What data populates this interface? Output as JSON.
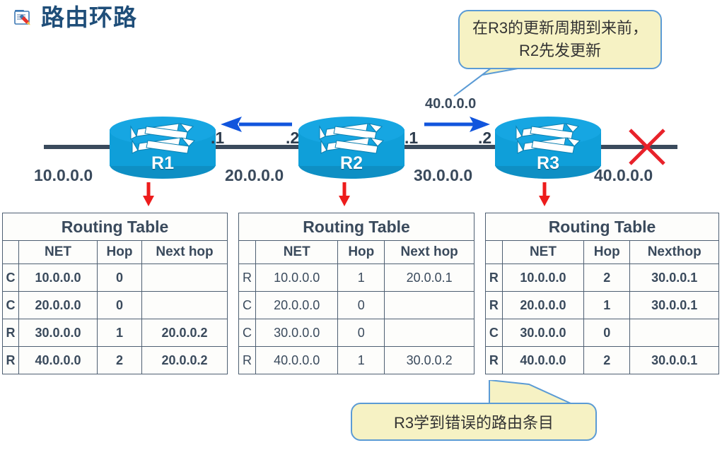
{
  "page_title": "路由环路",
  "title_icon": "document-edit-icon",
  "colors": {
    "title": "#1F4E79",
    "router_body": "#0F9FD9",
    "router_top": "#16A6E2",
    "callout_fill": "#F6F2C4",
    "callout_border": "#5B9BD5",
    "link": "#3A4A5C",
    "blue_arrow": "#1155DD",
    "red": "#ED1C1C",
    "table_border": "#4E5F72",
    "route_blue": "#1569E0",
    "connected_gray": "#4A5562"
  },
  "callouts": {
    "top": "在R3的更新周期到来前，R2先发更新",
    "bottom": "R3学到错误的路由条目"
  },
  "diagram": {
    "routers": [
      {
        "name": "R1"
      },
      {
        "name": "R2"
      },
      {
        "name": "R3"
      }
    ],
    "networks": [
      {
        "label": "10.0.0.0"
      },
      {
        "label": "20.0.0.0"
      },
      {
        "label": "30.0.0.0"
      },
      {
        "label": "40.0.0.0"
      }
    ],
    "interfaces": [
      {
        "label": ".1"
      },
      {
        "label": ".2"
      },
      {
        "label": ".1"
      },
      {
        "label": ".2"
      }
    ],
    "update_flow_label": "40.0.0.0",
    "left_arrow_icon": "blue-left-arrow-icon",
    "right_arrow_icon": "blue-right-arrow-icon",
    "link_down_icon": "red-x-icon",
    "table_pointer_icon": "red-down-arrow-icon"
  },
  "tables": [
    {
      "title": "Routing Table",
      "columns": [
        "",
        "NET",
        "Hop",
        "Next hop"
      ],
      "style": "bold",
      "rows": [
        {
          "code": "C",
          "net": "10.0.0.0",
          "hop": "0",
          "nexthop": "",
          "code_color": "gray",
          "net_color": "gray",
          "hop_color": "gray",
          "nexthop_color": "gray"
        },
        {
          "code": "C",
          "net": "20.0.0.0",
          "hop": "0",
          "nexthop": "",
          "code_color": "gray",
          "net_color": "gray",
          "hop_color": "gray",
          "nexthop_color": "gray"
        },
        {
          "code": "R",
          "net": "30.0.0.0",
          "hop": "1",
          "nexthop": "20.0.0.2",
          "code_color": "blue",
          "net_color": "blue",
          "hop_color": "blue",
          "nexthop_color": "blue"
        },
        {
          "code": "R",
          "net": "40.0.0.0",
          "hop": "2",
          "nexthop": "20.0.0.2",
          "code_color": "blue",
          "net_color": "blue",
          "hop_color": "blue",
          "nexthop_color": "blue"
        }
      ]
    },
    {
      "title": "Routing Table",
      "columns": [
        "",
        "NET",
        "Hop",
        "Next hop"
      ],
      "style": "light",
      "rows": [
        {
          "code": "R",
          "net": "10.0.0.0",
          "hop": "1",
          "nexthop": "20.0.0.1",
          "code_color": "blue",
          "net_color": "blue",
          "hop_color": "blue",
          "nexthop_color": "blue"
        },
        {
          "code": "C",
          "net": "20.0.0.0",
          "hop": "0",
          "nexthop": "",
          "code_color": "gray",
          "net_color": "gray",
          "hop_color": "gray",
          "nexthop_color": "gray"
        },
        {
          "code": "C",
          "net": "30.0.0.0",
          "hop": "0",
          "nexthop": "",
          "code_color": "gray",
          "net_color": "gray",
          "hop_color": "gray",
          "nexthop_color": "gray"
        },
        {
          "code": "R",
          "net": "40.0.0.0",
          "hop": "1",
          "nexthop": "30.0.0.2",
          "code_color": "blue",
          "net_color": "blue",
          "hop_color": "blue",
          "nexthop_color": "blue"
        }
      ]
    },
    {
      "title": "Routing Table",
      "columns": [
        "",
        "NET",
        "Hop",
        "Nexthop"
      ],
      "style": "bold",
      "rows": [
        {
          "code": "R",
          "net": "10.0.0.0",
          "hop": "2",
          "nexthop": "30.0.0.1",
          "code_color": "blue",
          "net_color": "blue",
          "hop_color": "blue",
          "nexthop_color": "gray"
        },
        {
          "code": "R",
          "net": "20.0.0.0",
          "hop": "1",
          "nexthop": "30.0.0.1",
          "code_color": "blue",
          "net_color": "blue",
          "hop_color": "blue",
          "nexthop_color": "gray"
        },
        {
          "code": "C",
          "net": "30.0.0.0",
          "hop": "0",
          "nexthop": "",
          "code_color": "gray",
          "net_color": "gray",
          "hop_color": "gray",
          "nexthop_color": "gray"
        },
        {
          "code": "R",
          "net": "40.0.0.0",
          "hop": "2",
          "nexthop": "30.0.0.1",
          "code_color": "blue",
          "net_color": "gray",
          "hop_color": "red",
          "nexthop_color": "red"
        }
      ]
    }
  ]
}
